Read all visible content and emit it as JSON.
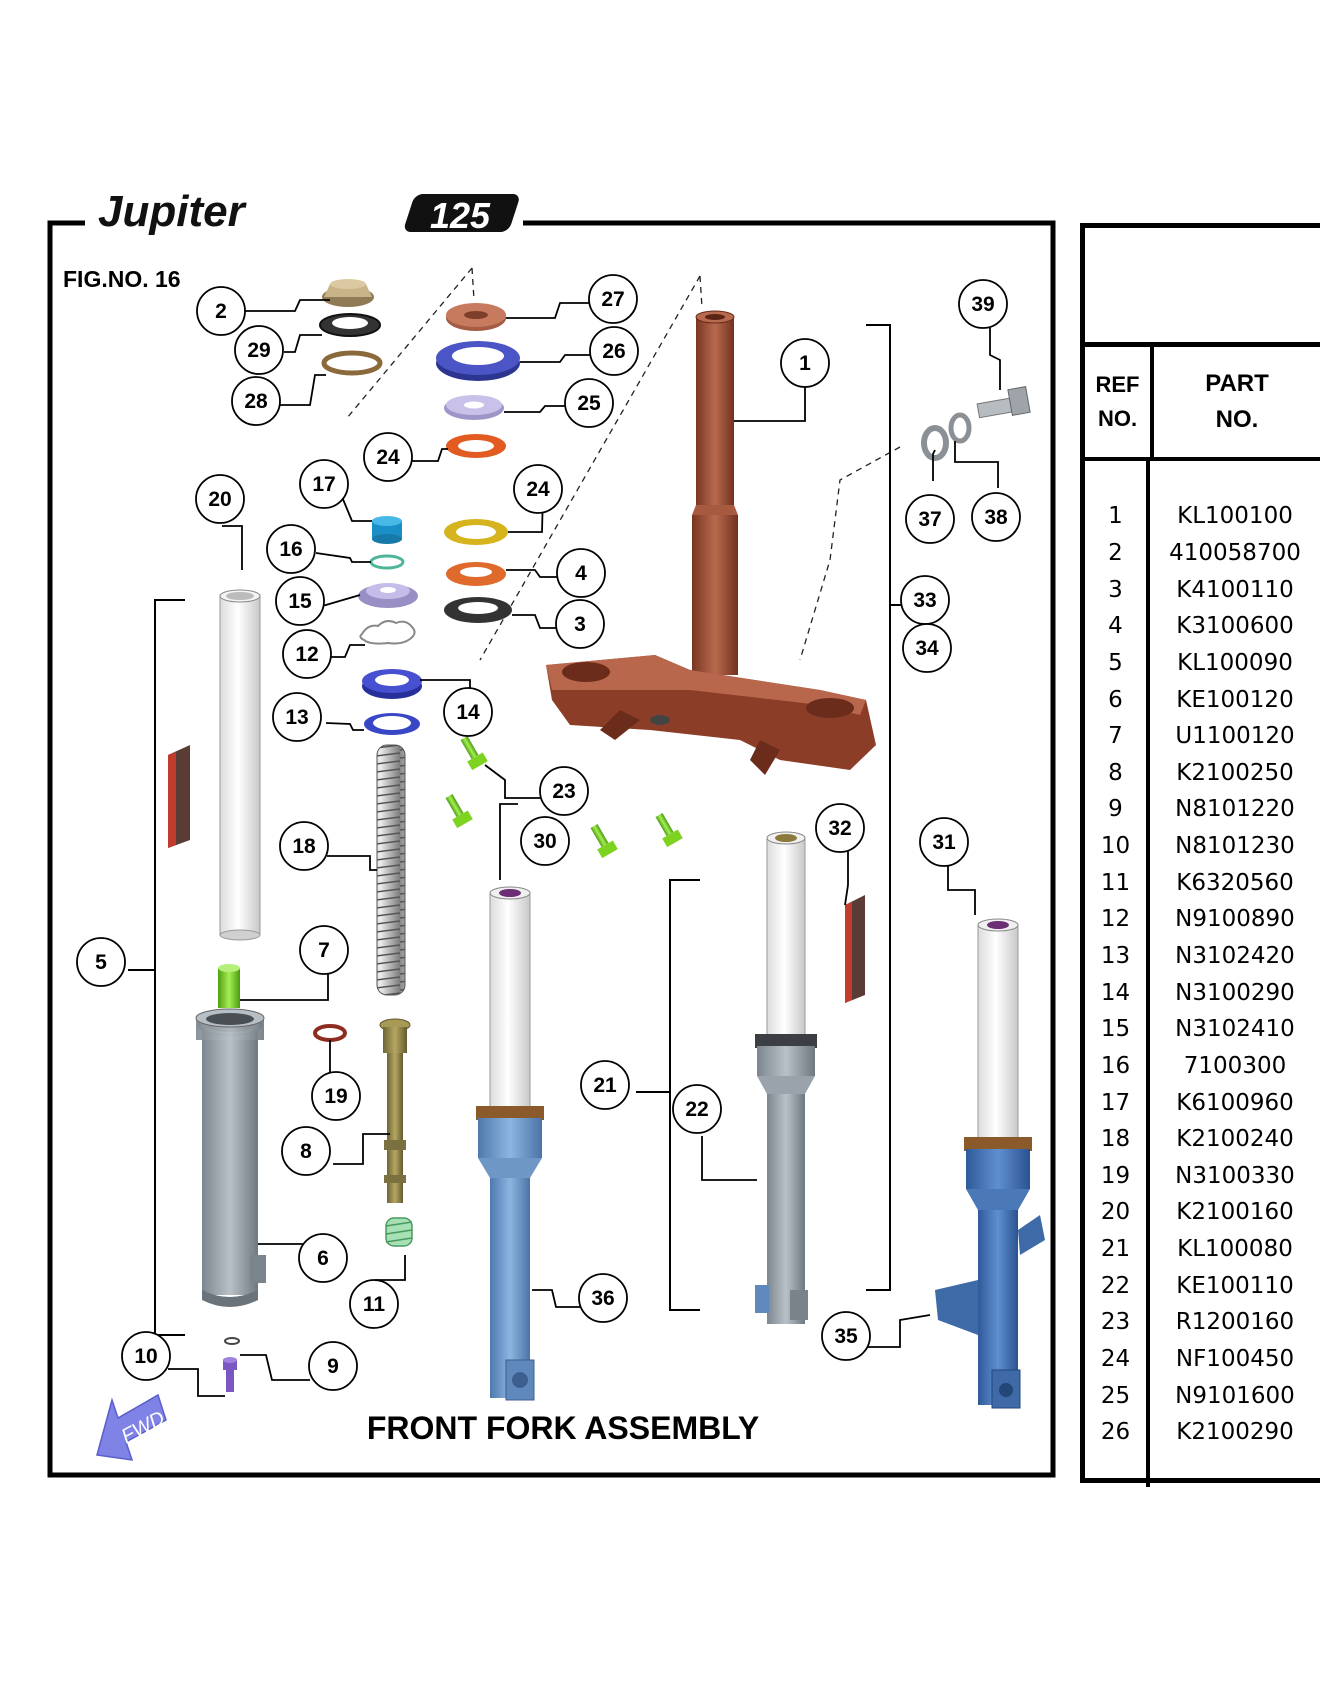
{
  "brand": {
    "name": "Jupiter",
    "model": "125"
  },
  "figure": {
    "label": "FIG.NO. 16",
    "title": "FRONT FORK ASSEMBLY",
    "direction_label": "FWD"
  },
  "colors": {
    "steering_stem": "#9a4a33",
    "outer_tube_silver": "#9aa3ab",
    "outer_tube_blue": "#6f97c6",
    "bolt_green": "#7ed321",
    "frame": "#000000"
  },
  "callouts": [
    "1",
    "2",
    "3",
    "4",
    "5",
    "6",
    "7",
    "8",
    "9",
    "10",
    "11",
    "12",
    "13",
    "14",
    "15",
    "16",
    "17",
    "18",
    "19",
    "20",
    "21",
    "22",
    "23",
    "24",
    "24",
    "25",
    "26",
    "27",
    "28",
    "29",
    "30",
    "31",
    "32",
    "33",
    "34",
    "35",
    "36",
    "37",
    "38",
    "39"
  ],
  "parts_table": {
    "headers": {
      "ref_line1": "REF",
      "ref_line2": "NO.",
      "part_line1": "PART",
      "part_line2": "NO."
    },
    "rows": [
      {
        "ref": "1",
        "part": "KL100100"
      },
      {
        "ref": "2",
        "part": "410058700"
      },
      {
        "ref": "3",
        "part": "K4100110"
      },
      {
        "ref": "4",
        "part": "K3100600"
      },
      {
        "ref": "5",
        "part": "KL100090"
      },
      {
        "ref": "6",
        "part": "KE100120"
      },
      {
        "ref": "7",
        "part": "U1100120"
      },
      {
        "ref": "8",
        "part": "K2100250"
      },
      {
        "ref": "9",
        "part": "N8101220"
      },
      {
        "ref": "10",
        "part": "N8101230"
      },
      {
        "ref": "11",
        "part": "K6320560"
      },
      {
        "ref": "12",
        "part": "N9100890"
      },
      {
        "ref": "13",
        "part": "N3102420"
      },
      {
        "ref": "14",
        "part": "N3100290"
      },
      {
        "ref": "15",
        "part": "N3102410"
      },
      {
        "ref": "16",
        "part": "7100300"
      },
      {
        "ref": "17",
        "part": "K6100960"
      },
      {
        "ref": "18",
        "part": "K2100240"
      },
      {
        "ref": "19",
        "part": "N3100330"
      },
      {
        "ref": "20",
        "part": "K2100160"
      },
      {
        "ref": "21",
        "part": "KL100080"
      },
      {
        "ref": "22",
        "part": "KE100110"
      },
      {
        "ref": "23",
        "part": "R1200160"
      },
      {
        "ref": "24",
        "part": "NF100450"
      },
      {
        "ref": "25",
        "part": "N9101600"
      },
      {
        "ref": "26",
        "part": "K2100290"
      }
    ]
  }
}
